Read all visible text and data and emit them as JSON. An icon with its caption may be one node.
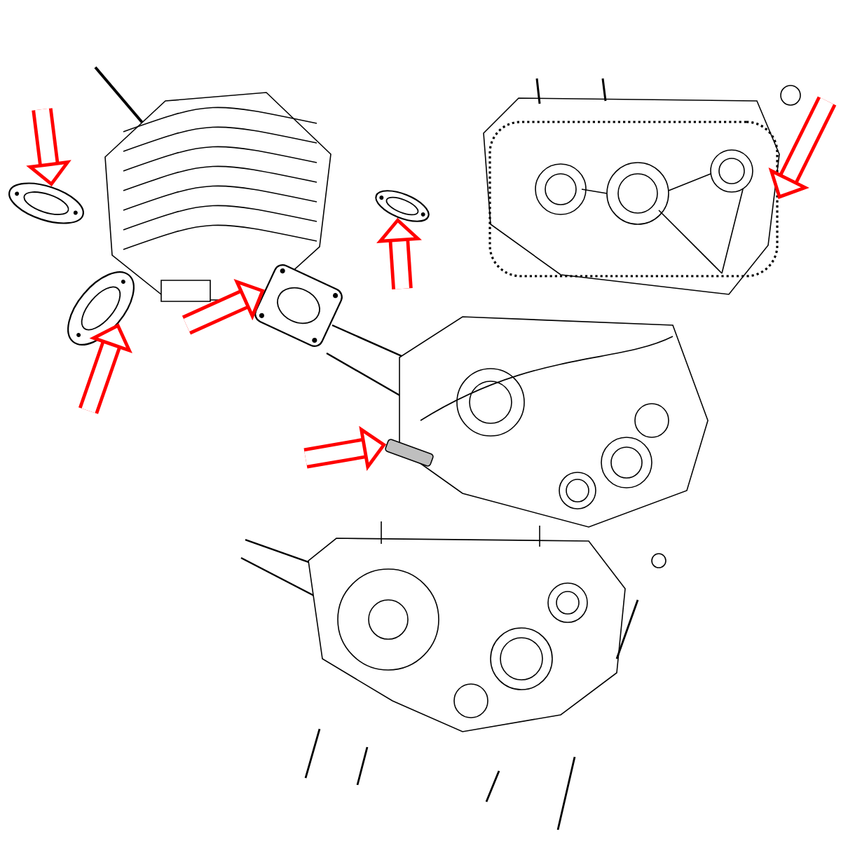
{
  "diagram": {
    "nodes": [
      {
        "text": [],
        "shape": "picture"
      },
      {
        "text": [],
        "shape": "picture"
      },
      {
        "text": [],
        "shape": "picture"
      },
      {
        "text": [],
        "shape": "picture"
      },
      {
        "text": [],
        "shape": "picture"
      },
      {
        "text": [],
        "shape": "picture"
      }
    ],
    "edges": [
      {
        "from": null,
        "to": 0,
        "arrow": "to"
      },
      {
        "from": null,
        "to": 1,
        "arrow": "to"
      },
      {
        "from": null,
        "to": 2,
        "arrow": "to"
      },
      {
        "from": null,
        "to": 3,
        "arrow": "to"
      },
      {
        "from": null,
        "to": 4,
        "arrow": "to"
      },
      {
        "from": null,
        "to": 5,
        "arrow": "to"
      }
    ]
  }
}
